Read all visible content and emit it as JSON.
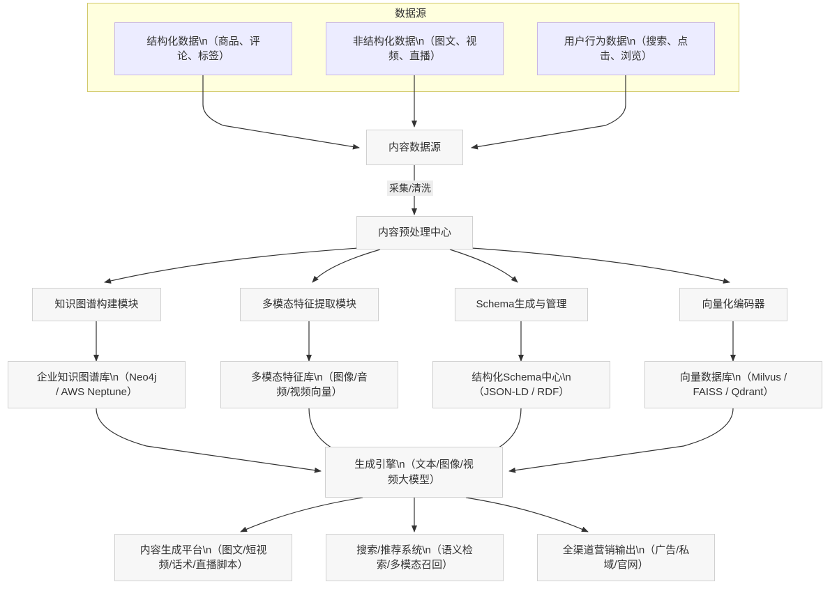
{
  "diagram": {
    "title_hidden": "",
    "subgraph": {
      "label": "数据源",
      "fill": "#ffffde",
      "stroke": "#d2c96a"
    },
    "theme": {
      "node_fill": "#f7f7f7",
      "node_stroke": "#d0d0d0",
      "source_fill": "#ececff",
      "source_stroke": "#c9b6e4",
      "edge_color": "#333333",
      "text_color": "#333333"
    },
    "nodes": {
      "structured_data": {
        "line1": "结构化数据\\n（商品、评",
        "line2": "论、标签）"
      },
      "unstructured_data": {
        "line1": "非结构化数据\\n（图文、视",
        "line2": "频、直播）"
      },
      "behavior_data": {
        "line1": "用户行为数据\\n（搜索、点",
        "line2": "击、浏览）"
      },
      "content_source": {
        "line1": "内容数据源"
      },
      "preprocess_center": {
        "line1": "内容预处理中心"
      },
      "kg_build_module": {
        "line1": "知识图谱构建模块"
      },
      "mm_feature_module": {
        "line1": "多模态特征提取模块"
      },
      "schema_module": {
        "line1": "Schema生成与管理"
      },
      "vector_encoder": {
        "line1": "向量化编码器"
      },
      "kg_store": {
        "line1": "企业知识图谱库\\n（Neo4j",
        "line2": "/ AWS Neptune）"
      },
      "mm_feature_store": {
        "line1": "多模态特征库\\n（图像/音",
        "line2": "频/视频向量）"
      },
      "schema_center": {
        "line1": "结构化Schema中心\\n",
        "line2": "（JSON-LD / RDF）"
      },
      "vector_db": {
        "line1": "向量数据库\\n（Milvus /",
        "line2": "FAISS / Qdrant）"
      },
      "gen_engine": {
        "line1": "生成引擎\\n（文本/图像/视",
        "line2": "频大模型）"
      },
      "content_platform": {
        "line1": "内容生成平台\\n（图文/短视",
        "line2": "频/话术/直播脚本）"
      },
      "search_rec": {
        "line1": "搜索/推荐系统\\n（语义检",
        "line2": "索/多模态召回）"
      },
      "omni_marketing": {
        "line1": "全渠道营销输出\\n（广告/私",
        "line2": "域/官网）"
      }
    },
    "edge_labels": {
      "collect_clean": "采集/清洗"
    }
  }
}
